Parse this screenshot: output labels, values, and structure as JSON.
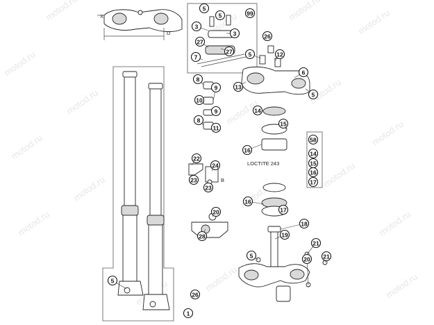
{
  "callouts": [
    {
      "id": "c5a",
      "n": "5"
    },
    {
      "id": "c5b",
      "n": "5"
    },
    {
      "id": "c99",
      "n": "99"
    },
    {
      "id": "c3a",
      "n": "3"
    },
    {
      "id": "c3b",
      "n": "3"
    },
    {
      "id": "c27a",
      "n": "27"
    },
    {
      "id": "c27b",
      "n": "27"
    },
    {
      "id": "c7",
      "n": "7"
    },
    {
      "id": "c26a",
      "n": "26"
    },
    {
      "id": "c5c",
      "n": "5"
    },
    {
      "id": "c12",
      "n": "12"
    },
    {
      "id": "c6",
      "n": "6"
    },
    {
      "id": "c13",
      "n": "13"
    },
    {
      "id": "c5d",
      "n": "5"
    },
    {
      "id": "c8a",
      "n": "8"
    },
    {
      "id": "c9a",
      "n": "9"
    },
    {
      "id": "c10",
      "n": "10"
    },
    {
      "id": "c9b",
      "n": "9"
    },
    {
      "id": "c8b",
      "n": "8"
    },
    {
      "id": "c11",
      "n": "11"
    },
    {
      "id": "c14a",
      "n": "14"
    },
    {
      "id": "c15a",
      "n": "15"
    },
    {
      "id": "c16a",
      "n": "16"
    },
    {
      "id": "c58",
      "n": "58"
    },
    {
      "id": "c14b",
      "n": "14"
    },
    {
      "id": "c15b",
      "n": "15"
    },
    {
      "id": "c16b",
      "n": "16"
    },
    {
      "id": "c17a",
      "n": "17"
    },
    {
      "id": "c22",
      "n": "22"
    },
    {
      "id": "c24",
      "n": "24"
    },
    {
      "id": "c23a",
      "n": "23"
    },
    {
      "id": "c23b",
      "n": "23"
    },
    {
      "id": "c16c",
      "n": "16"
    },
    {
      "id": "c17b",
      "n": "17"
    },
    {
      "id": "c20a",
      "n": "20"
    },
    {
      "id": "c28",
      "n": "28"
    },
    {
      "id": "c18",
      "n": "18"
    },
    {
      "id": "c19",
      "n": "19"
    },
    {
      "id": "c21a",
      "n": "21"
    },
    {
      "id": "c5e",
      "n": "5"
    },
    {
      "id": "c20b",
      "n": "20"
    },
    {
      "id": "c21b",
      "n": "21"
    },
    {
      "id": "c5f",
      "n": "5"
    },
    {
      "id": "c26b",
      "n": "26"
    },
    {
      "id": "c1",
      "n": "1"
    }
  ],
  "labels": {
    "loctite": "LOCTITE 243",
    "x": "X",
    "d": "D",
    "b": "B"
  },
  "watermark": "motod.ru"
}
